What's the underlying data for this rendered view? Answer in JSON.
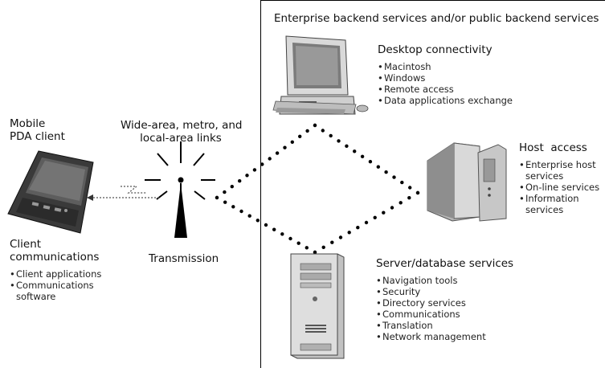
{
  "enterprise_header": "Enterprise backend services and/or public backend services",
  "mobile": {
    "title_line1": "Mobile",
    "title_line2": "PDA client"
  },
  "client_comms": {
    "title_line1": "Client",
    "title_line2": "communications",
    "items": [
      "Client applications",
      "Communications",
      "software"
    ]
  },
  "links": {
    "line1": "Wide-area, metro, and",
    "line2": "local-area links"
  },
  "transmission": "Transmission",
  "desktop": {
    "title": "Desktop connectivity",
    "items": [
      "Macintosh",
      "Windows",
      "Remote access",
      "Data applications exchange"
    ]
  },
  "host": {
    "title": "Host  access",
    "items": [
      "Enterprise host",
      "services",
      "On-line services",
      "Information",
      "services"
    ]
  },
  "server": {
    "title": "Server/database services",
    "items": [
      "Navigation tools",
      "Security",
      "Directory services",
      "Communications",
      "Translation",
      "Network management"
    ]
  }
}
